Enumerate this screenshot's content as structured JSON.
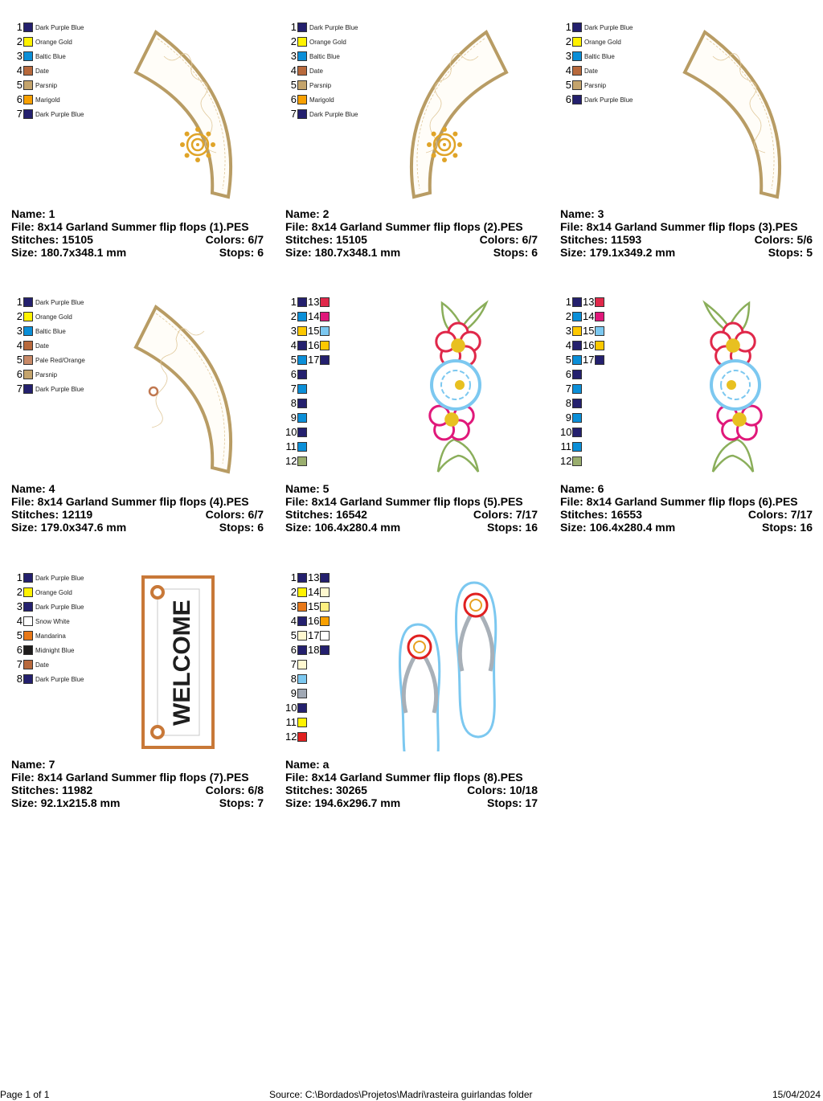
{
  "designs": [
    {
      "name_label": "Name: 1",
      "file_label": "File: 8x14 Garland Summer flip flops (1).PES",
      "stitches_label": "Stitches: 15105",
      "colors_label": "Colors: 6/7",
      "size_label": "Size: 180.7x348.1 mm",
      "stops_label": "Stops: 6",
      "art": "arc-sun",
      "legend": [
        {
          "n": "1",
          "color": "#24206e",
          "name": "Dark Purple Blue"
        },
        {
          "n": "2",
          "color": "#fff200",
          "name": "Orange Gold"
        },
        {
          "n": "3",
          "color": "#0b8fd8",
          "name": "Baltic Blue"
        },
        {
          "n": "4",
          "color": "#b8693c",
          "name": "Date"
        },
        {
          "n": "5",
          "color": "#c4a46c",
          "name": "Parsnip"
        },
        {
          "n": "6",
          "color": "#f8a000",
          "name": "Marigold"
        },
        {
          "n": "7",
          "color": "#24206e",
          "name": "Dark Purple Blue"
        }
      ]
    },
    {
      "name_label": "Name: 2",
      "file_label": "File: 8x14 Garland Summer flip flops (2).PES",
      "stitches_label": "Stitches: 15105",
      "colors_label": "Colors: 6/7",
      "size_label": "Size: 180.7x348.1 mm",
      "stops_label": "Stops: 6",
      "art": "arc-sun-mirror",
      "legend": [
        {
          "n": "1",
          "color": "#24206e",
          "name": "Dark Purple Blue"
        },
        {
          "n": "2",
          "color": "#fff200",
          "name": "Orange Gold"
        },
        {
          "n": "3",
          "color": "#0b8fd8",
          "name": "Baltic Blue"
        },
        {
          "n": "4",
          "color": "#b8693c",
          "name": "Date"
        },
        {
          "n": "5",
          "color": "#c4a46c",
          "name": "Parsnip"
        },
        {
          "n": "6",
          "color": "#f8a000",
          "name": "Marigold"
        },
        {
          "n": "7",
          "color": "#24206e",
          "name": "Dark Purple Blue"
        }
      ]
    },
    {
      "name_label": "Name: 3",
      "file_label": "File: 8x14 Garland Summer flip flops (3).PES",
      "stitches_label": "Stitches: 11593",
      "colors_label": "Colors: 5/6",
      "size_label": "Size: 179.1x349.2 mm",
      "stops_label": "Stops: 5",
      "art": "arc-plain",
      "legend": [
        {
          "n": "1",
          "color": "#24206e",
          "name": "Dark Purple Blue"
        },
        {
          "n": "2",
          "color": "#fff200",
          "name": "Orange Gold"
        },
        {
          "n": "3",
          "color": "#0b8fd8",
          "name": "Baltic Blue"
        },
        {
          "n": "4",
          "color": "#b8693c",
          "name": "Date"
        },
        {
          "n": "5",
          "color": "#c4a46c",
          "name": "Parsnip"
        },
        {
          "n": "6",
          "color": "#24206e",
          "name": "Dark Purple Blue"
        }
      ]
    },
    {
      "name_label": "Name: 4",
      "file_label": "File: 8x14 Garland Summer flip flops (4).PES",
      "stitches_label": "Stitches: 12119",
      "colors_label": "Colors: 6/7",
      "size_label": "Size: 179.0x347.6 mm",
      "stops_label": "Stops: 6",
      "art": "arc-ring",
      "legend": [
        {
          "n": "1",
          "color": "#24206e",
          "name": "Dark Purple Blue"
        },
        {
          "n": "2",
          "color": "#fff200",
          "name": "Orange Gold"
        },
        {
          "n": "3",
          "color": "#0b8fd8",
          "name": "Baltic Blue"
        },
        {
          "n": "4",
          "color": "#b8693c",
          "name": "Date"
        },
        {
          "n": "5",
          "color": "#c98a68",
          "name": "Pale Red/Orange"
        },
        {
          "n": "6",
          "color": "#c4a46c",
          "name": "Parsnip"
        },
        {
          "n": "7",
          "color": "#24206e",
          "name": "Dark Purple Blue"
        }
      ]
    },
    {
      "name_label": "Name: 5",
      "file_label": "File: 8x14 Garland Summer flip flops (5).PES",
      "stitches_label": "Stitches: 16542",
      "colors_label": "Colors: 7/17",
      "size_label": "Size: 106.4x280.4 mm",
      "stops_label": "Stops: 16",
      "art": "flowers",
      "legend": [
        {
          "n": "1",
          "color": "#24206e"
        },
        {
          "n": "2",
          "color": "#0b8fd8"
        },
        {
          "n": "3",
          "color": "#fcc800"
        },
        {
          "n": "4",
          "color": "#24206e"
        },
        {
          "n": "5",
          "color": "#0b8fd8"
        },
        {
          "n": "6",
          "color": "#24206e"
        },
        {
          "n": "7",
          "color": "#0b8fd8"
        },
        {
          "n": "8",
          "color": "#24206e"
        },
        {
          "n": "9",
          "color": "#0b8fd8"
        },
        {
          "n": "10",
          "color": "#24206e"
        },
        {
          "n": "11",
          "color": "#0b8fd8"
        },
        {
          "n": "12",
          "color": "#9aae6e"
        },
        {
          "n": "13",
          "color": "#e0284a"
        },
        {
          "n": "14",
          "color": "#e0187a"
        },
        {
          "n": "15",
          "color": "#7cc8f0"
        },
        {
          "n": "16",
          "color": "#fcc800"
        },
        {
          "n": "17",
          "color": "#24206e"
        }
      ]
    },
    {
      "name_label": "Name: 6",
      "file_label": "File: 8x14 Garland Summer flip flops (6).PES",
      "stitches_label": "Stitches: 16553",
      "colors_label": "Colors: 7/17",
      "size_label": "Size: 106.4x280.4 mm",
      "stops_label": "Stops: 16",
      "art": "flowers-mirror",
      "legend": [
        {
          "n": "1",
          "color": "#24206e"
        },
        {
          "n": "2",
          "color": "#0b8fd8"
        },
        {
          "n": "3",
          "color": "#fcc800"
        },
        {
          "n": "4",
          "color": "#24206e"
        },
        {
          "n": "5",
          "color": "#0b8fd8"
        },
        {
          "n": "6",
          "color": "#24206e"
        },
        {
          "n": "7",
          "color": "#0b8fd8"
        },
        {
          "n": "8",
          "color": "#24206e"
        },
        {
          "n": "9",
          "color": "#0b8fd8"
        },
        {
          "n": "10",
          "color": "#24206e"
        },
        {
          "n": "11",
          "color": "#0b8fd8"
        },
        {
          "n": "12",
          "color": "#9aae6e"
        },
        {
          "n": "13",
          "color": "#e0284a"
        },
        {
          "n": "14",
          "color": "#e0187a"
        },
        {
          "n": "15",
          "color": "#7cc8f0"
        },
        {
          "n": "16",
          "color": "#fcc800"
        },
        {
          "n": "17",
          "color": "#24206e"
        }
      ]
    },
    {
      "name_label": "Name: 7",
      "file_label": "File: 8x14 Garland Summer flip flops (7).PES",
      "stitches_label": "Stitches: 11982",
      "colors_label": "Colors: 6/8",
      "size_label": "Size: 92.1x215.8 mm",
      "stops_label": "Stops: 7",
      "art": "welcome",
      "art_text": "WELCOME",
      "legend": [
        {
          "n": "1",
          "color": "#24206e",
          "name": "Dark Purple Blue"
        },
        {
          "n": "2",
          "color": "#fff200",
          "name": "Orange Gold"
        },
        {
          "n": "3",
          "color": "#24206e",
          "name": "Dark Purple Blue"
        },
        {
          "n": "4",
          "color": "#ffffff",
          "name": "Snow White"
        },
        {
          "n": "5",
          "color": "#e87818",
          "name": "Mandarina"
        },
        {
          "n": "6",
          "color": "#1e1c1c",
          "name": "Midnight Blue"
        },
        {
          "n": "7",
          "color": "#b8693c",
          "name": "Date"
        },
        {
          "n": "8",
          "color": "#24206e",
          "name": "Dark Purple Blue"
        }
      ]
    },
    {
      "name_label": "Name: a",
      "file_label": "File: 8x14 Garland Summer flip flops (8).PES",
      "stitches_label": "Stitches: 30265",
      "colors_label": "Colors: 10/18",
      "size_label": "Size: 194.6x296.7 mm",
      "stops_label": "Stops: 17",
      "art": "flipflops",
      "legend": [
        {
          "n": "1",
          "color": "#24206e"
        },
        {
          "n": "2",
          "color": "#fff200"
        },
        {
          "n": "3",
          "color": "#e87818"
        },
        {
          "n": "4",
          "color": "#24206e"
        },
        {
          "n": "5",
          "color": "#fff8d0"
        },
        {
          "n": "6",
          "color": "#24206e"
        },
        {
          "n": "7",
          "color": "#fff8d0"
        },
        {
          "n": "8",
          "color": "#7cc8f0"
        },
        {
          "n": "9",
          "color": "#a0a8b4"
        },
        {
          "n": "10",
          "color": "#24206e"
        },
        {
          "n": "11",
          "color": "#fff200"
        },
        {
          "n": "12",
          "color": "#e02020"
        },
        {
          "n": "13",
          "color": "#24206e"
        },
        {
          "n": "14",
          "color": "#fff8d0"
        },
        {
          "n": "15",
          "color": "#fff080"
        },
        {
          "n": "16",
          "color": "#f8a000"
        },
        {
          "n": "17",
          "color": "#ffffff"
        },
        {
          "n": "18",
          "color": "#24206e"
        }
      ]
    }
  ],
  "footer": {
    "page": "Page 1 of 1",
    "source": "Source: C:\\Bordados\\Projetos\\Madri\\rasteira guirlandas folder",
    "date": "15/04/2024"
  }
}
